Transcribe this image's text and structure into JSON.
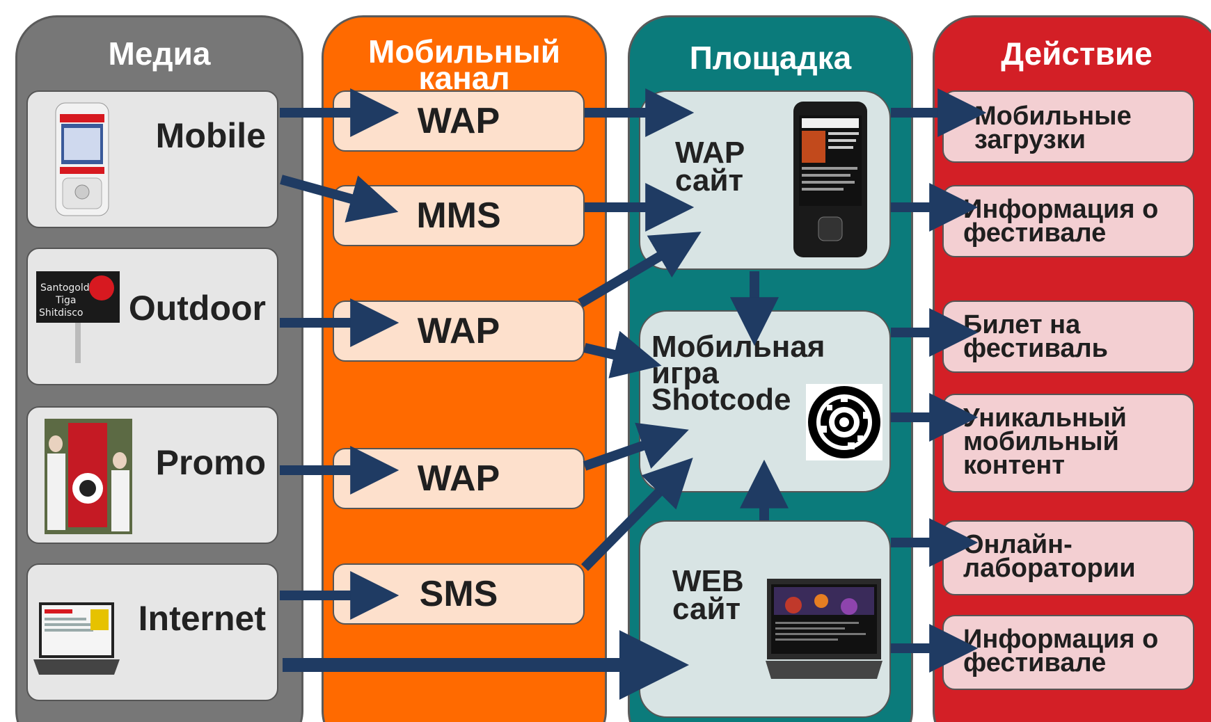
{
  "columns": {
    "media": {
      "title": "Медиа",
      "color": "#777777"
    },
    "channel": {
      "title_line1": "Мобильный",
      "title_line2": "канал",
      "color": "#ff6a00"
    },
    "platform": {
      "title": "Площадка",
      "color": "#0b7b7b"
    },
    "action": {
      "title": "Действие",
      "color": "#d31f26"
    }
  },
  "media": [
    {
      "label": "Mobile",
      "icon": "phone-image"
    },
    {
      "label": "Outdoor",
      "icon": "billboard-image",
      "image_text": [
        "Santogold",
        "Tiga",
        "Shitdisco"
      ]
    },
    {
      "label": "Promo",
      "icon": "promo-stand-image"
    },
    {
      "label": "Internet",
      "icon": "laptop-image"
    }
  ],
  "channels": [
    "WAP",
    "MMS",
    "WAP",
    "WAP",
    "SMS"
  ],
  "platforms": [
    {
      "line1": "WAP",
      "line2": "сайт",
      "icon": "smartphone-image"
    },
    {
      "line1": "Мобильная",
      "line2": "игра",
      "line3": "Shotcode",
      "icon": "shotcode-image"
    },
    {
      "line1": "WEB",
      "line2": "сайт",
      "icon": "laptop-image"
    }
  ],
  "actions": [
    {
      "line1": "Мобильные",
      "line2": "загрузки"
    },
    {
      "line1": "Информация о",
      "line2": "фестивале"
    },
    {
      "line1": "Билет на",
      "line2": "фестиваль"
    },
    {
      "line1": "Уникальный",
      "line2": "мобильный",
      "line3": "контент"
    },
    {
      "line1": "Онлайн-",
      "line2": "лаборатории"
    },
    {
      "line1": "Информация о",
      "line2": "фестивале"
    }
  ],
  "arrow_color": "#1f3b63"
}
